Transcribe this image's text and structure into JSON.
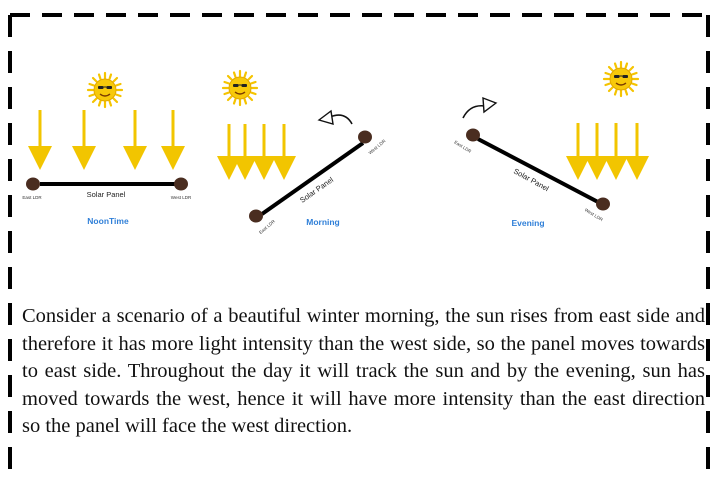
{
  "panels": {
    "noon": {
      "panel_label": "Solar Panel",
      "east_label": "East LDR",
      "west_label": "West LDR",
      "caption": "NoonTime"
    },
    "morning": {
      "panel_label": "Solar Panel",
      "east_label": "East LDR",
      "west_label": "West LDR",
      "caption": "Morning"
    },
    "evening": {
      "panel_label": "Solar Panel",
      "east_label": "East LDR",
      "west_label": "West LDR",
      "caption": "Evening"
    }
  },
  "paragraph": "Consider a scenario of a beautiful winter morning, the sun rises from east side and therefore it has more light intensity than the west side, so the panel moves towards to east side. Throughout the day it will track the sun and by the evening, sun has moved towards the west, hence it will have more intensity than the east direction so the panel will face the west direction.",
  "colors": {
    "sun": "#f5c400",
    "ray": "#f2c500",
    "caption": "#2f7fd8",
    "ldr": "#4a2d20",
    "panel": "#000000"
  }
}
